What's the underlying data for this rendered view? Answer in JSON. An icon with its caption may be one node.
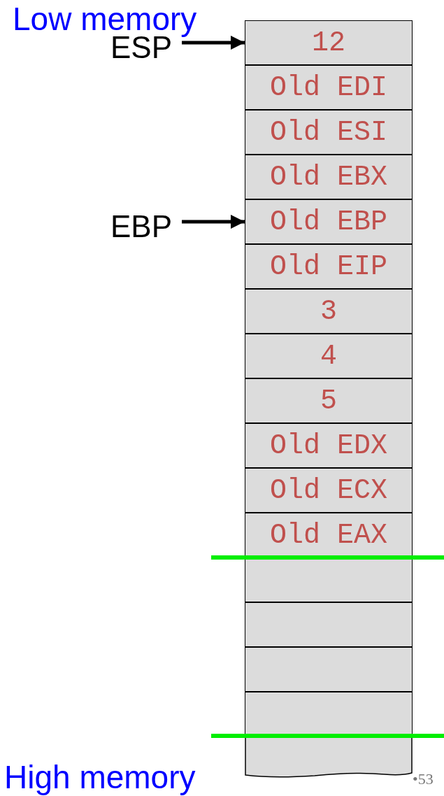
{
  "diagram": {
    "nodes": [
      {
        "text": [
          "12"
        ]
      },
      {
        "text": [
          "Old EDI"
        ]
      },
      {
        "text": [
          "Old ESI"
        ]
      },
      {
        "text": [
          "Old EBX"
        ]
      },
      {
        "text": [
          "Old EBP"
        ]
      },
      {
        "text": [
          "Old EIP"
        ]
      },
      {
        "text": [
          "3"
        ]
      },
      {
        "text": [
          "4"
        ]
      },
      {
        "text": [
          "5"
        ]
      },
      {
        "text": [
          "Old EDX"
        ]
      },
      {
        "text": [
          "Old ECX"
        ]
      },
      {
        "text": [
          "Old EAX"
        ]
      },
      {
        "text": [],
        "shape": "box"
      },
      {
        "text": [],
        "shape": "box"
      },
      {
        "text": [],
        "shape": "box"
      },
      {
        "text": [],
        "shape": "box"
      },
      {
        "text": [],
        "shape": "box"
      },
      {
        "text": [
          "ESP"
        ]
      },
      {
        "text": [
          "EBP"
        ]
      }
    ],
    "edges": [
      {
        "from": 17,
        "to": 0,
        "arrow": "to"
      },
      {
        "from": 18,
        "to": 4,
        "arrow": "to"
      }
    ],
    "labels": [
      "Low memory",
      "High memory",
      "•53"
    ]
  }
}
